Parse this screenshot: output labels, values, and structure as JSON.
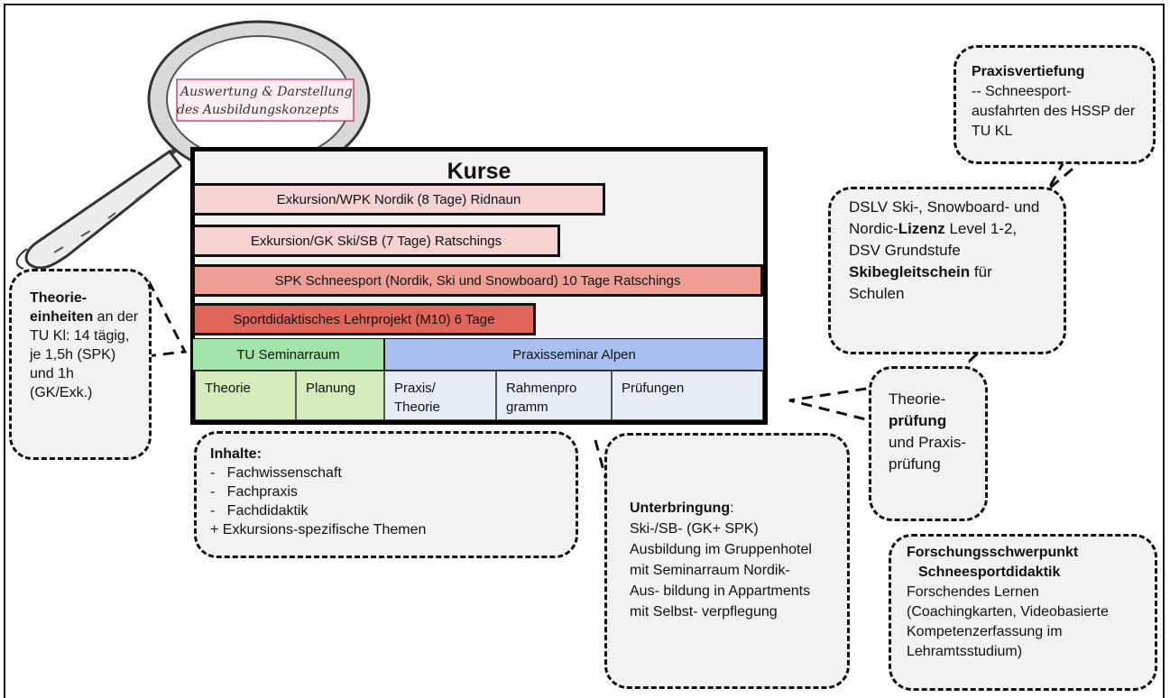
{
  "magnifier": {
    "line1": "Auswertung & Darstellung",
    "line2": "des Ausbildungskonzepts"
  },
  "kurse": {
    "title": "Kurse",
    "bars": [
      "Exkursion/WPK Nordik (8 Tage) Ridnaun",
      "Exkursion/GK Ski/SB (7 Tage) Ratschings",
      "SPK Schneesport (Nordik, Ski und Snowboard) 10 Tage  Ratschings",
      "Sportdidaktisches Lehrprojekt (M10) 6 Tage"
    ],
    "seminarraum": "TU Seminarraum",
    "praxisseminar": "Praxisseminar Alpen",
    "cells": [
      "Theorie",
      "Planung",
      "Praxis/\nTheorie",
      "Rahmenpro\ngramm",
      "Prüfungen"
    ]
  },
  "theorieeinheiten": {
    "bold": "Theorie-\neinheiten",
    "rest": " an der TU Kl: 14 tägig, je 1,5h (SPK) und 1h (GK/Exk.)"
  },
  "inhalte": {
    "title": "Inhalte:",
    "items": [
      "-   Fachwissenschaft",
      "-   Fachpraxis",
      "-   Fachdidaktik",
      "+ Exkursions-spezifische Themen"
    ]
  },
  "unterbringung": {
    "title": "Unterbringung",
    "colon": ":",
    "body": "Ski-/SB- (GK+ SPK) Ausbildung im Gruppenhotel mit Seminarraum Nordik-Aus- bildung in Appartments mit Selbst- verpflegung"
  },
  "praxisvertiefung": {
    "title": "Praxisvertiefung",
    "body": "-- Schneesport- ausfahrten des HSSP der TU KL"
  },
  "lizenz": {
    "t1": "DSLV Ski-, Snowboard- und Nordic-",
    "b1": "Lizenz",
    "t2": " Level 1-2, DSV Grundstufe ",
    "b2": "Skibegleitschein",
    "t3": " für Schulen"
  },
  "pruefung": {
    "t1": "Theorie-",
    "b1": "prüfung",
    "t2": "und Praxis- prüfung"
  },
  "forschung": {
    "title1": "Forschungsschwerpunkt",
    "title2": "Schneesportdidaktik",
    "body": "Forschendes Lernen (Coachingkarten, Videobasierte Kompetenzerfassung im Lehramtsstudium)"
  },
  "colors": {
    "bar_wpk": "#f6d3d3",
    "bar_gk": "#f6d3d3",
    "bar_spk": "#ee9f95",
    "bar_lehrprojekt": "#e0655a",
    "seminarraum": "#a3e4a8",
    "praxisseminar": "#a8bff0",
    "cell_green": "#d4ecbc",
    "cell_blue": "#e6edf6",
    "callout_bg": "#f2f2f2"
  }
}
